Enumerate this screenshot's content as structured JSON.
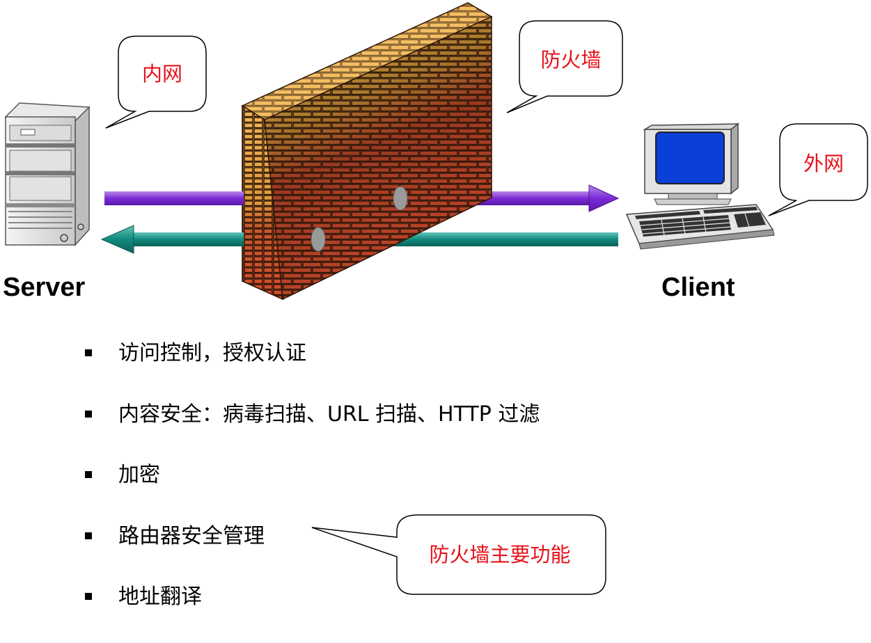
{
  "devices": {
    "server_label": "Server",
    "client_label": "Client"
  },
  "callouts": {
    "intranet": "内网",
    "firewall": "防火墙",
    "extranet": "外网",
    "functions": "防火墙主要功能"
  },
  "features": [
    "访问控制，授权认证",
    "内容安全：病毒扫描、URL 扫描、HTTP 过滤",
    "加密",
    "路由器安全管理",
    "地址翻译"
  ],
  "colors": {
    "callout_text": "#e8111a",
    "arrow_outbound": "#8a2be2",
    "arrow_inbound": "#138a7e",
    "wall_top": "#e8a94a",
    "wall_middle": "#b07a2c",
    "wall_bottom": "#b33a22",
    "monitor_screen": "#0a3fd8"
  }
}
